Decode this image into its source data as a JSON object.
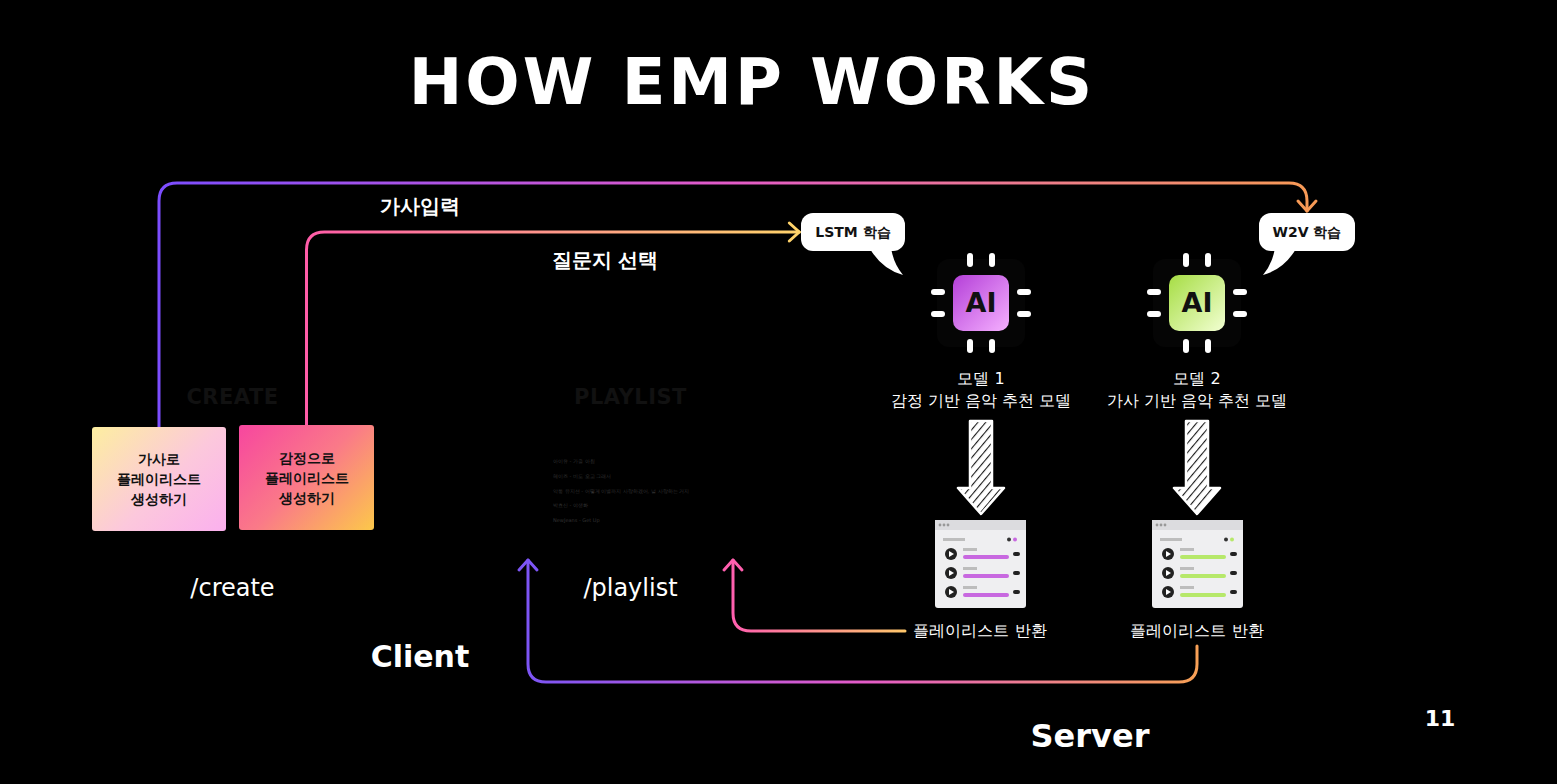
{
  "diagram": {
    "title": "HOW EMP WORKS",
    "nodes": [
      {
        "text": [
          "CREATE",
          "/create"
        ]
      },
      {
        "text": [
          "가사로 플레이리스트 생성하기"
        ],
        "in": 0
      },
      {
        "text": [
          "감정으로 플레이리스트 생성하기"
        ],
        "in": 0
      },
      {
        "text": [
          "PLAYLIST",
          "/playlist"
        ]
      },
      {
        "text": [
          "LSTM 학습"
        ]
      },
      {
        "text": [
          "W2V 학습"
        ]
      },
      {
        "text": [
          "AI",
          "모델 1",
          "감정 기반 음악 추천 모델"
        ]
      },
      {
        "text": [
          "AI",
          "모델 2",
          "가사 기반 음악 추천 모델"
        ]
      },
      {
        "text": [
          "플레이리스트 반환"
        ]
      },
      {
        "text": [
          "플레이리스트 반환"
        ]
      }
    ],
    "edges": [
      {
        "from": 1,
        "to": 5,
        "label": "가사입력",
        "arrow": "to"
      },
      {
        "from": 2,
        "to": 4,
        "label": "질문지 선택",
        "arrow": "to"
      },
      {
        "from": 6,
        "to": 8,
        "arrow": "to"
      },
      {
        "from": 7,
        "to": 9,
        "arrow": "to"
      },
      {
        "from": 8,
        "to": 3,
        "arrow": "to"
      },
      {
        "from": 9,
        "to": 3,
        "arrow": "to"
      }
    ],
    "labels": [
      "아이유 - 가을 아침",
      "헤이즈 - 비도 오고 그래서",
      "악동 뮤지션 - 어떻게 이별까지 사랑하겠어, 널 사랑하는 거지",
      "박효신 - 야생화",
      "NewJeans - Get Up",
      "Client",
      "Server",
      "11"
    ]
  }
}
